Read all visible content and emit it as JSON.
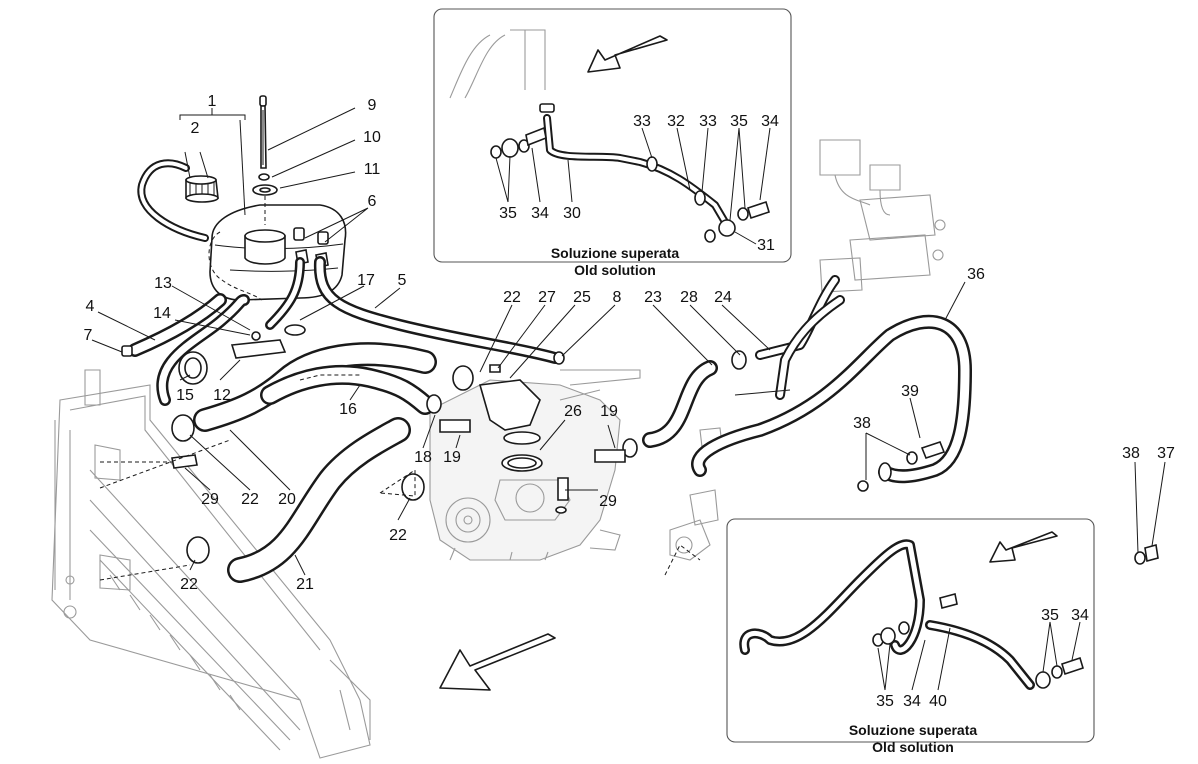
{
  "callouts": [
    {
      "id": "c1",
      "text": "1"
    },
    {
      "id": "c2",
      "text": "2"
    },
    {
      "id": "c9",
      "text": "9"
    },
    {
      "id": "c10",
      "text": "10"
    },
    {
      "id": "c11",
      "text": "11"
    },
    {
      "id": "c6",
      "text": "6"
    },
    {
      "id": "c13",
      "text": "13"
    },
    {
      "id": "c17",
      "text": "17"
    },
    {
      "id": "c5",
      "text": "5"
    },
    {
      "id": "c4",
      "text": "4"
    },
    {
      "id": "c14",
      "text": "14"
    },
    {
      "id": "c7",
      "text": "7"
    },
    {
      "id": "c15",
      "text": "15"
    },
    {
      "id": "c12",
      "text": "12"
    },
    {
      "id": "c16",
      "text": "16"
    },
    {
      "id": "c22a",
      "text": "22"
    },
    {
      "id": "c27",
      "text": "27"
    },
    {
      "id": "c25",
      "text": "25"
    },
    {
      "id": "c8",
      "text": "8"
    },
    {
      "id": "c23",
      "text": "23"
    },
    {
      "id": "c28",
      "text": "28"
    },
    {
      "id": "c24",
      "text": "24"
    },
    {
      "id": "c36",
      "text": "36"
    },
    {
      "id": "c39",
      "text": "39"
    },
    {
      "id": "c38a",
      "text": "38"
    },
    {
      "id": "c26",
      "text": "26"
    },
    {
      "id": "c19a",
      "text": "19"
    },
    {
      "id": "c18",
      "text": "18"
    },
    {
      "id": "c19b",
      "text": "19"
    },
    {
      "id": "c29a",
      "text": "29"
    },
    {
      "id": "c22b",
      "text": "22"
    },
    {
      "id": "c20",
      "text": "20"
    },
    {
      "id": "c29b",
      "text": "29"
    },
    {
      "id": "c22c",
      "text": "22"
    },
    {
      "id": "c22d",
      "text": "22"
    },
    {
      "id": "c21",
      "text": "21"
    },
    {
      "id": "c38b",
      "text": "38"
    },
    {
      "id": "c37",
      "text": "37"
    },
    {
      "id": "i33a",
      "text": "33"
    },
    {
      "id": "i32",
      "text": "32"
    },
    {
      "id": "i33b",
      "text": "33"
    },
    {
      "id": "i35a",
      "text": "35"
    },
    {
      "id": "i34a",
      "text": "34"
    },
    {
      "id": "i35b",
      "text": "35"
    },
    {
      "id": "i34b",
      "text": "34"
    },
    {
      "id": "i30",
      "text": "30"
    },
    {
      "id": "i31",
      "text": "31"
    },
    {
      "id": "j35a",
      "text": "35"
    },
    {
      "id": "j34a",
      "text": "34"
    },
    {
      "id": "j35b",
      "text": "35"
    },
    {
      "id": "j34b",
      "text": "34"
    },
    {
      "id": "j40",
      "text": "40"
    }
  ],
  "inset_top": {
    "caption_line1": "Soluzione superata",
    "caption_line2": "Old solution"
  },
  "inset_bottom": {
    "caption_line1": "Soluzione superata",
    "caption_line2": "Old solution"
  }
}
